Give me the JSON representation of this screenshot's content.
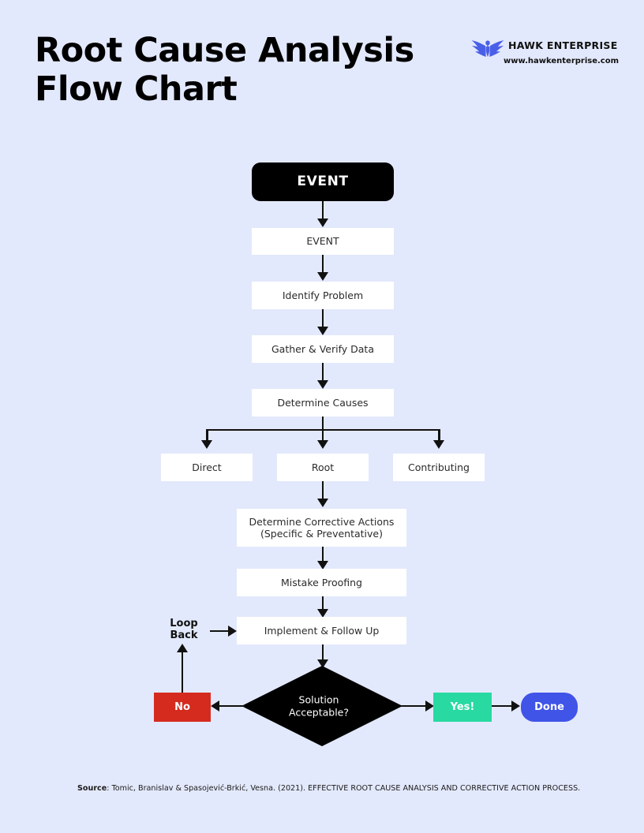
{
  "header": {
    "title": "Root Cause Analysis\nFlow Chart",
    "brand_name": "HAWK ENTERPRISE",
    "brand_url": "www.hawkenterprise.com",
    "logo_icon": "hawk-eagle-icon",
    "logo_color": "#4a5fe8"
  },
  "colors": {
    "background": "#e3e9fc",
    "node_fill": "#ffffff",
    "terminal_black": "#000000",
    "no_red": "#d52b1e",
    "yes_green": "#29d9a2",
    "done_blue": "#4054e8",
    "connector": "#111111",
    "text": "#2b2b2b"
  },
  "chart_data": {
    "type": "diagram",
    "title": "Root Cause Analysis Flow Chart",
    "nodes": [
      {
        "id": "event_header",
        "label": "EVENT",
        "shape": "rounded-rect",
        "fill": "#000000"
      },
      {
        "id": "event",
        "label": "EVENT",
        "shape": "rect",
        "fill": "#ffffff"
      },
      {
        "id": "identify",
        "label": "Identify Problem",
        "shape": "rect",
        "fill": "#ffffff"
      },
      {
        "id": "gather",
        "label": "Gather & Verify Data",
        "shape": "rect",
        "fill": "#ffffff"
      },
      {
        "id": "determine",
        "label": "Determine Causes",
        "shape": "rect",
        "fill": "#ffffff"
      },
      {
        "id": "direct",
        "label": "Direct",
        "shape": "rect",
        "fill": "#ffffff"
      },
      {
        "id": "root",
        "label": "Root",
        "shape": "rect",
        "fill": "#ffffff"
      },
      {
        "id": "contributing",
        "label": "Contributing",
        "shape": "rect",
        "fill": "#ffffff"
      },
      {
        "id": "corrective",
        "label": "Determine Corrective Actions\n(Specific & Preventative)",
        "shape": "rect",
        "fill": "#ffffff"
      },
      {
        "id": "mistake",
        "label": "Mistake Proofing",
        "shape": "rect",
        "fill": "#ffffff"
      },
      {
        "id": "implement",
        "label": "Implement & Follow Up",
        "shape": "rect",
        "fill": "#ffffff"
      },
      {
        "id": "decision",
        "label": "Solution\nAcceptable?",
        "shape": "diamond",
        "fill": "#000000"
      },
      {
        "id": "no",
        "label": "No",
        "shape": "rect",
        "fill": "#d52b1e"
      },
      {
        "id": "yes",
        "label": "Yes!",
        "shape": "rect",
        "fill": "#29d9a2"
      },
      {
        "id": "done",
        "label": "Done",
        "shape": "rounded-rect",
        "fill": "#4054e8"
      }
    ],
    "edges": [
      {
        "from": "event_header",
        "to": "event",
        "label": ""
      },
      {
        "from": "event",
        "to": "identify",
        "label": ""
      },
      {
        "from": "identify",
        "to": "gather",
        "label": ""
      },
      {
        "from": "gather",
        "to": "determine",
        "label": ""
      },
      {
        "from": "determine",
        "to": "direct",
        "label": ""
      },
      {
        "from": "determine",
        "to": "root",
        "label": ""
      },
      {
        "from": "determine",
        "to": "contributing",
        "label": ""
      },
      {
        "from": "root",
        "to": "corrective",
        "label": ""
      },
      {
        "from": "corrective",
        "to": "mistake",
        "label": ""
      },
      {
        "from": "mistake",
        "to": "implement",
        "label": ""
      },
      {
        "from": "implement",
        "to": "decision",
        "label": ""
      },
      {
        "from": "decision",
        "to": "no",
        "label": ""
      },
      {
        "from": "decision",
        "to": "yes",
        "label": ""
      },
      {
        "from": "yes",
        "to": "done",
        "label": ""
      },
      {
        "from": "no",
        "to": "implement",
        "label": "Loop Back"
      }
    ],
    "annotations": [
      "Loop Back"
    ]
  },
  "nodes": {
    "event_header": "EVENT",
    "event": "EVENT",
    "identify": "Identify Problem",
    "gather": "Gather & Verify Data",
    "determine": "Determine Causes",
    "direct": "Direct",
    "root": "Root",
    "contributing": "Contributing",
    "corrective": "Determine Corrective Actions\n(Specific & Preventative)",
    "mistake": "Mistake Proofing",
    "implement": "Implement & Follow Up",
    "decision": "Solution\nAcceptable?",
    "no": "No",
    "yes": "Yes!",
    "done": "Done",
    "loop_back": "Loop\nBack"
  },
  "footer": {
    "source_label": "Source",
    "source_text": ": Tomic, Branislav & Spasojević-Brkić, Vesna. (2021). EFFECTIVE ROOT CAUSE ANALYSIS AND CORRECTIVE ACTION PROCESS."
  }
}
